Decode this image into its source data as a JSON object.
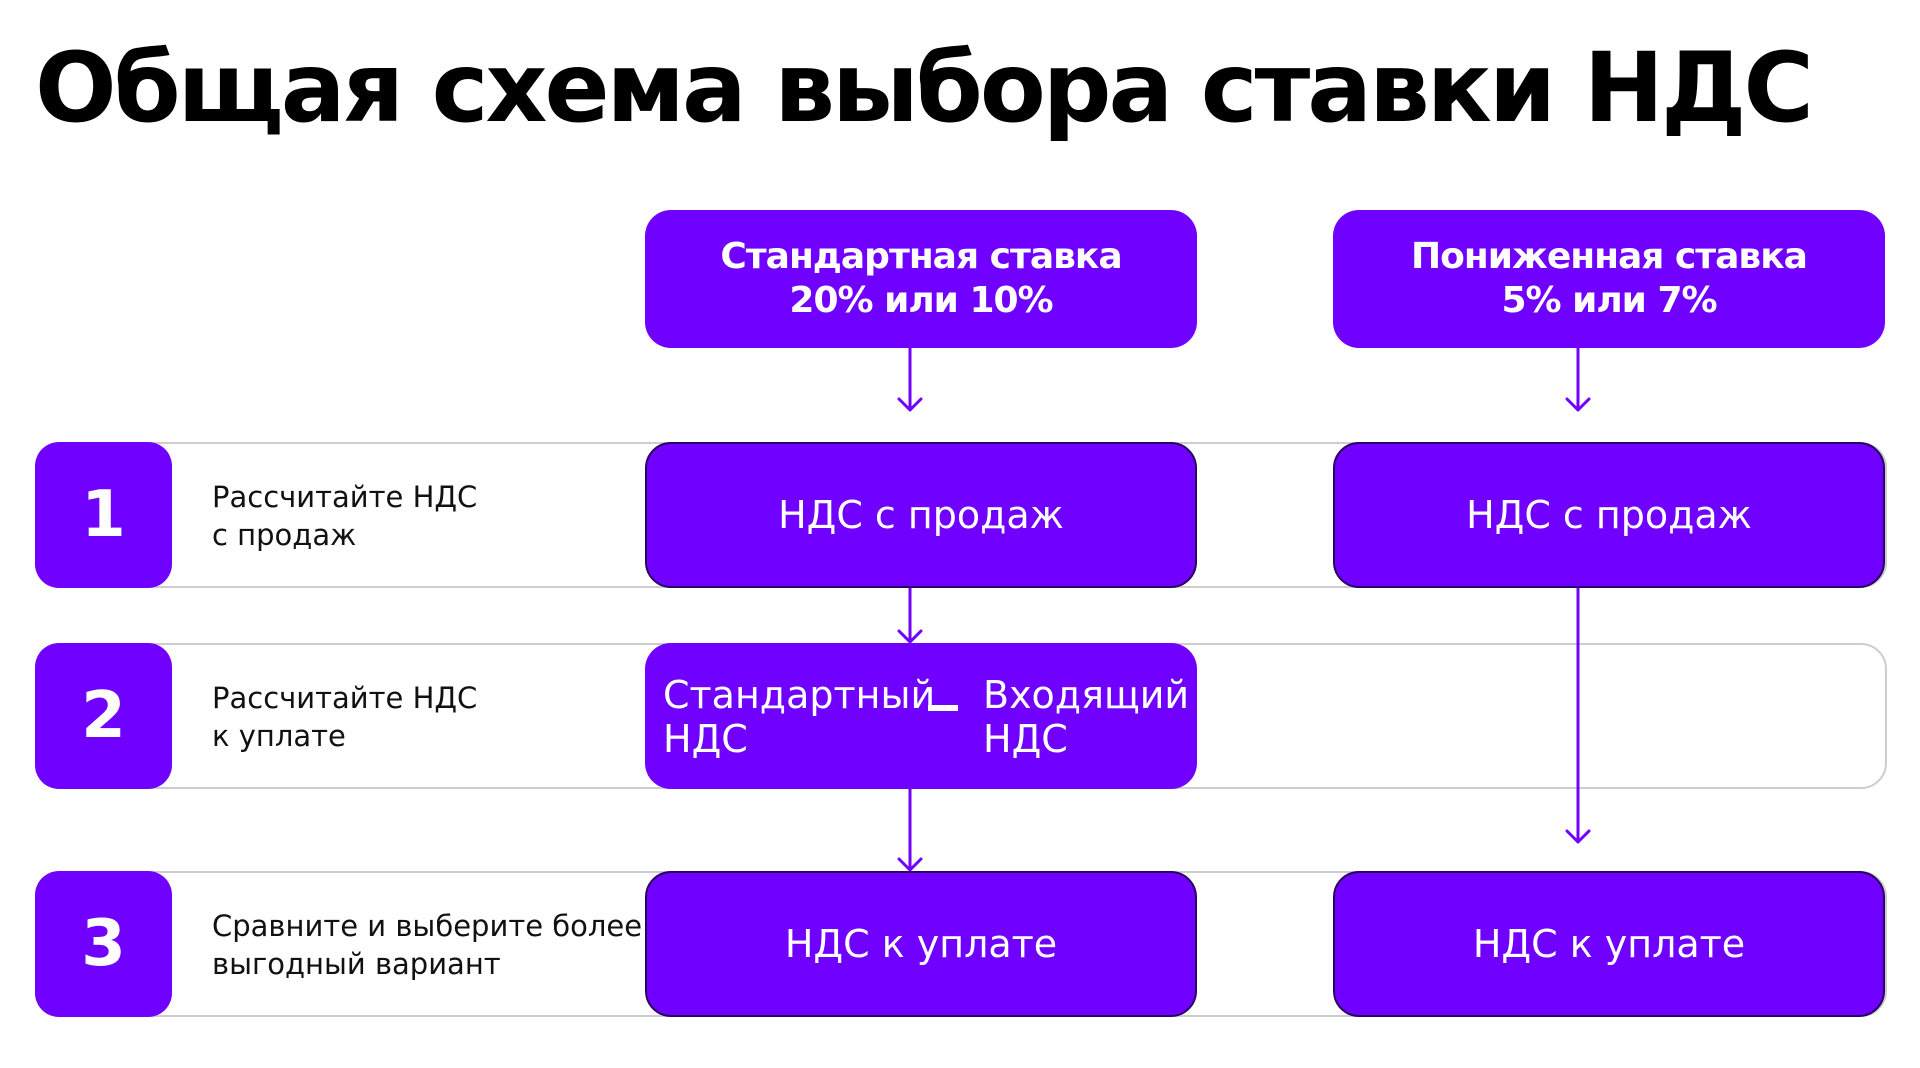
{
  "title": "Общая схема выбора ставки НДС",
  "columns": {
    "standard": {
      "line1": "Стандартная ставка",
      "line2": "20% или 10%"
    },
    "reduced": {
      "line1": "Пониженная ставка",
      "line2": "5% или 7%"
    }
  },
  "steps": [
    {
      "number": "1",
      "line1": "Рассчитайте НДС",
      "line2": "с продаж"
    },
    {
      "number": "2",
      "line1": "Рассчитайте НДС",
      "line2": "к уплате"
    },
    {
      "number": "3",
      "line1": "Сравните и выберите более",
      "line2": "выгодный вариант"
    }
  ],
  "boxes": {
    "standard_sales": "НДС с продаж",
    "reduced_sales": "НДС с продаж",
    "formula_left_line1": "Стандартный",
    "formula_left_line2": "НДС",
    "formula_right_line1": "Входящий",
    "formula_right_line2": "НДС",
    "standard_payable": "НДС к уплате",
    "reduced_payable": "НДС к уплате"
  },
  "colors": {
    "accent": "#7000ff",
    "row_outline": "#cdcdcd",
    "connector": "#7000ff"
  }
}
